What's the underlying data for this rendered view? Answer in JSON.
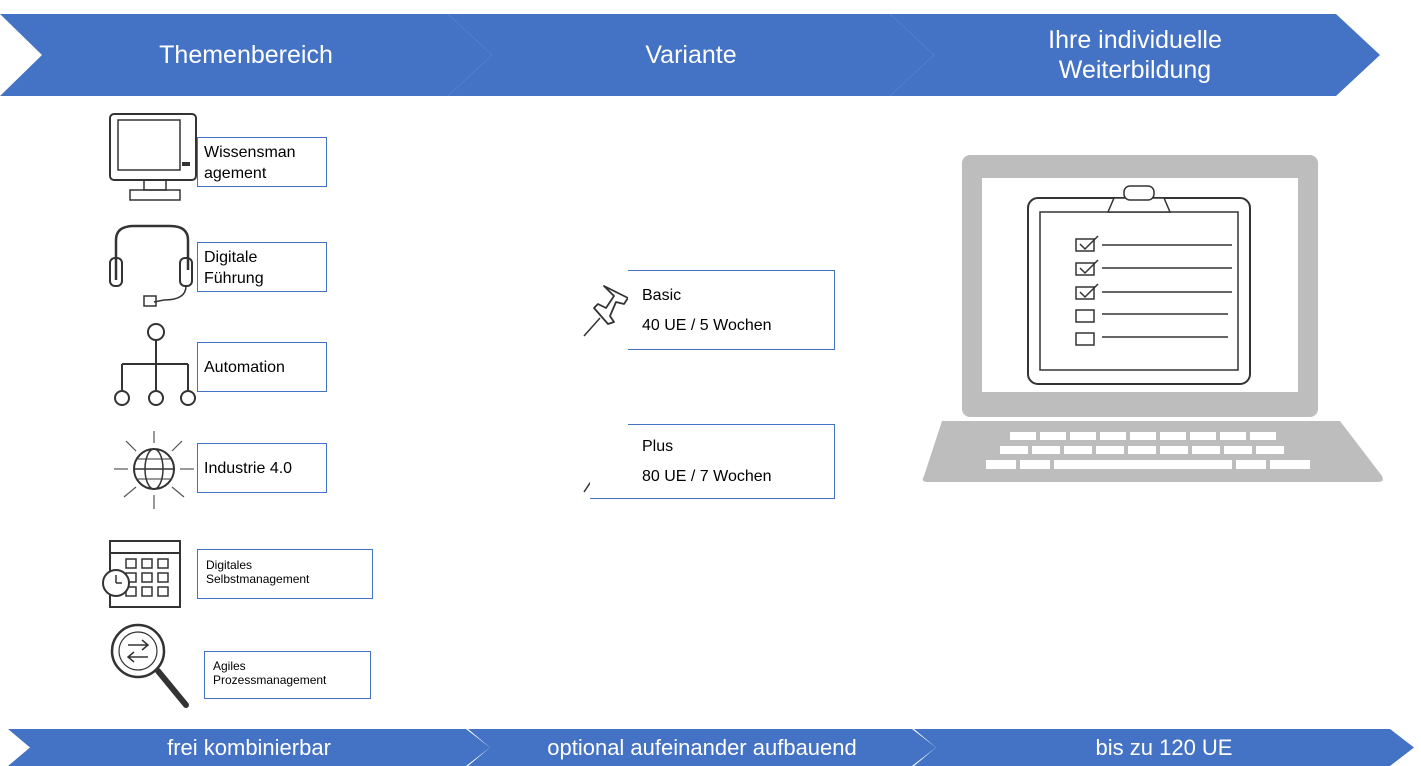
{
  "header": {
    "steps": [
      {
        "label": "Themenbereich"
      },
      {
        "label": "Variante"
      },
      {
        "label": "Ihre individuelle\nWeiterbildung"
      }
    ]
  },
  "topics": [
    {
      "label": "Wissensman\nagement",
      "icon": "computer-monitor-icon"
    },
    {
      "label": "Digitale\nFührung",
      "icon": "headset-icon"
    },
    {
      "label": "Automation",
      "icon": "org-chart-icon"
    },
    {
      "label": "Industrie 4.0",
      "icon": "globe-icon"
    },
    {
      "label": "Digitales\nSelbstmanagement",
      "icon": "calendar-clock-icon"
    },
    {
      "label": "Agiles\nProzessmanagement",
      "icon": "magnifier-icon"
    }
  ],
  "variants": [
    {
      "name": "Basic",
      "detail": "40 UE / 5 Wochen",
      "icon": "pushpin-icon"
    },
    {
      "name": "Plus",
      "detail": "80 UE / 7 Wochen",
      "icon": "pushpin-icon"
    }
  ],
  "result": {
    "icon": "laptop-checklist-icon"
  },
  "footer": {
    "steps": [
      {
        "label": "frei kombinierbar"
      },
      {
        "label": "optional aufeinander aufbauend"
      },
      {
        "label": "bis zu 120 UE"
      }
    ]
  },
  "colors": {
    "accent": "#4472C4",
    "laptop": "#BDBDBD"
  }
}
